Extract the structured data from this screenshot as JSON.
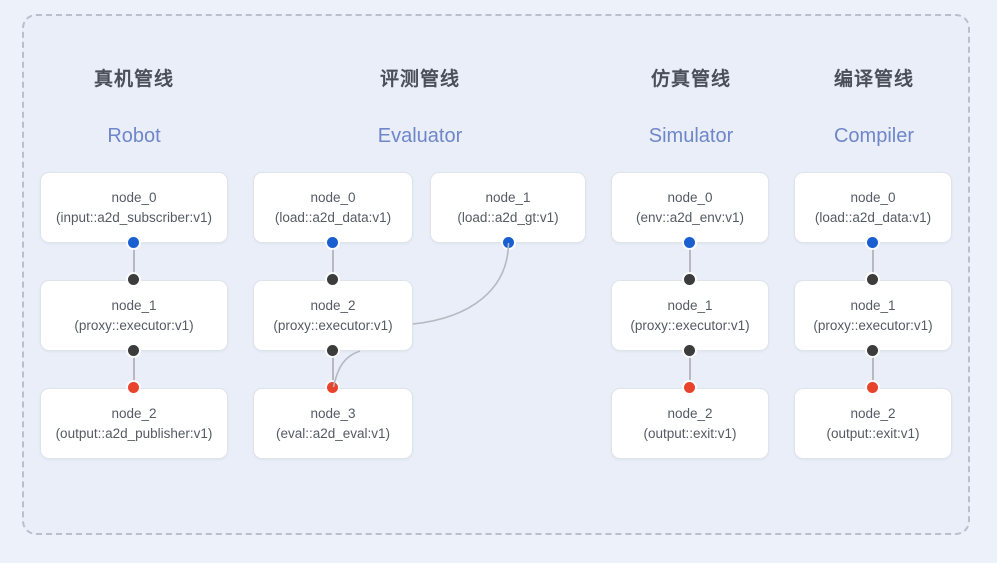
{
  "diagram": {
    "frame_label": "pipeline-groups-frame",
    "background_color": "#edf1f9",
    "panel_color": "#e9eef8",
    "dot_colors": {
      "output_port": "#1a5fd0",
      "input_port": "#3c3c3c",
      "terminal_port": "#e8432c"
    },
    "columns": [
      {
        "id": "robot",
        "title_cn": "真机管线",
        "title_en": "Robot",
        "nodes": [
          {
            "name": "node_0",
            "type": "(input::a2d_subscriber:v1)"
          },
          {
            "name": "node_1",
            "type": "(proxy::executor:v1)"
          },
          {
            "name": "node_2",
            "type": "(output::a2d_publisher:v1)"
          }
        ]
      },
      {
        "id": "evaluator",
        "title_cn": "评测管线",
        "title_en": "Evaluator",
        "nodes": [
          {
            "name": "node_0",
            "type": "(load::a2d_data:v1)"
          },
          {
            "name": "node_1",
            "type": "(load::a2d_gt:v1)"
          },
          {
            "name": "node_2",
            "type": "(proxy::executor:v1)"
          },
          {
            "name": "node_3",
            "type": "(eval::a2d_eval:v1)"
          }
        ]
      },
      {
        "id": "simulator",
        "title_cn": "仿真管线",
        "title_en": "Simulator",
        "nodes": [
          {
            "name": "node_0",
            "type": "(env::a2d_env:v1)"
          },
          {
            "name": "node_1",
            "type": "(proxy::executor:v1)"
          },
          {
            "name": "node_2",
            "type": "(output::exit:v1)"
          }
        ]
      },
      {
        "id": "compiler",
        "title_cn": "编译管线",
        "title_en": "Compiler",
        "nodes": [
          {
            "name": "node_0",
            "type": "(load::a2d_data:v1)"
          },
          {
            "name": "node_1",
            "type": "(proxy::executor:v1)"
          },
          {
            "name": "node_2",
            "type": "(output::exit:v1)"
          }
        ]
      }
    ]
  }
}
